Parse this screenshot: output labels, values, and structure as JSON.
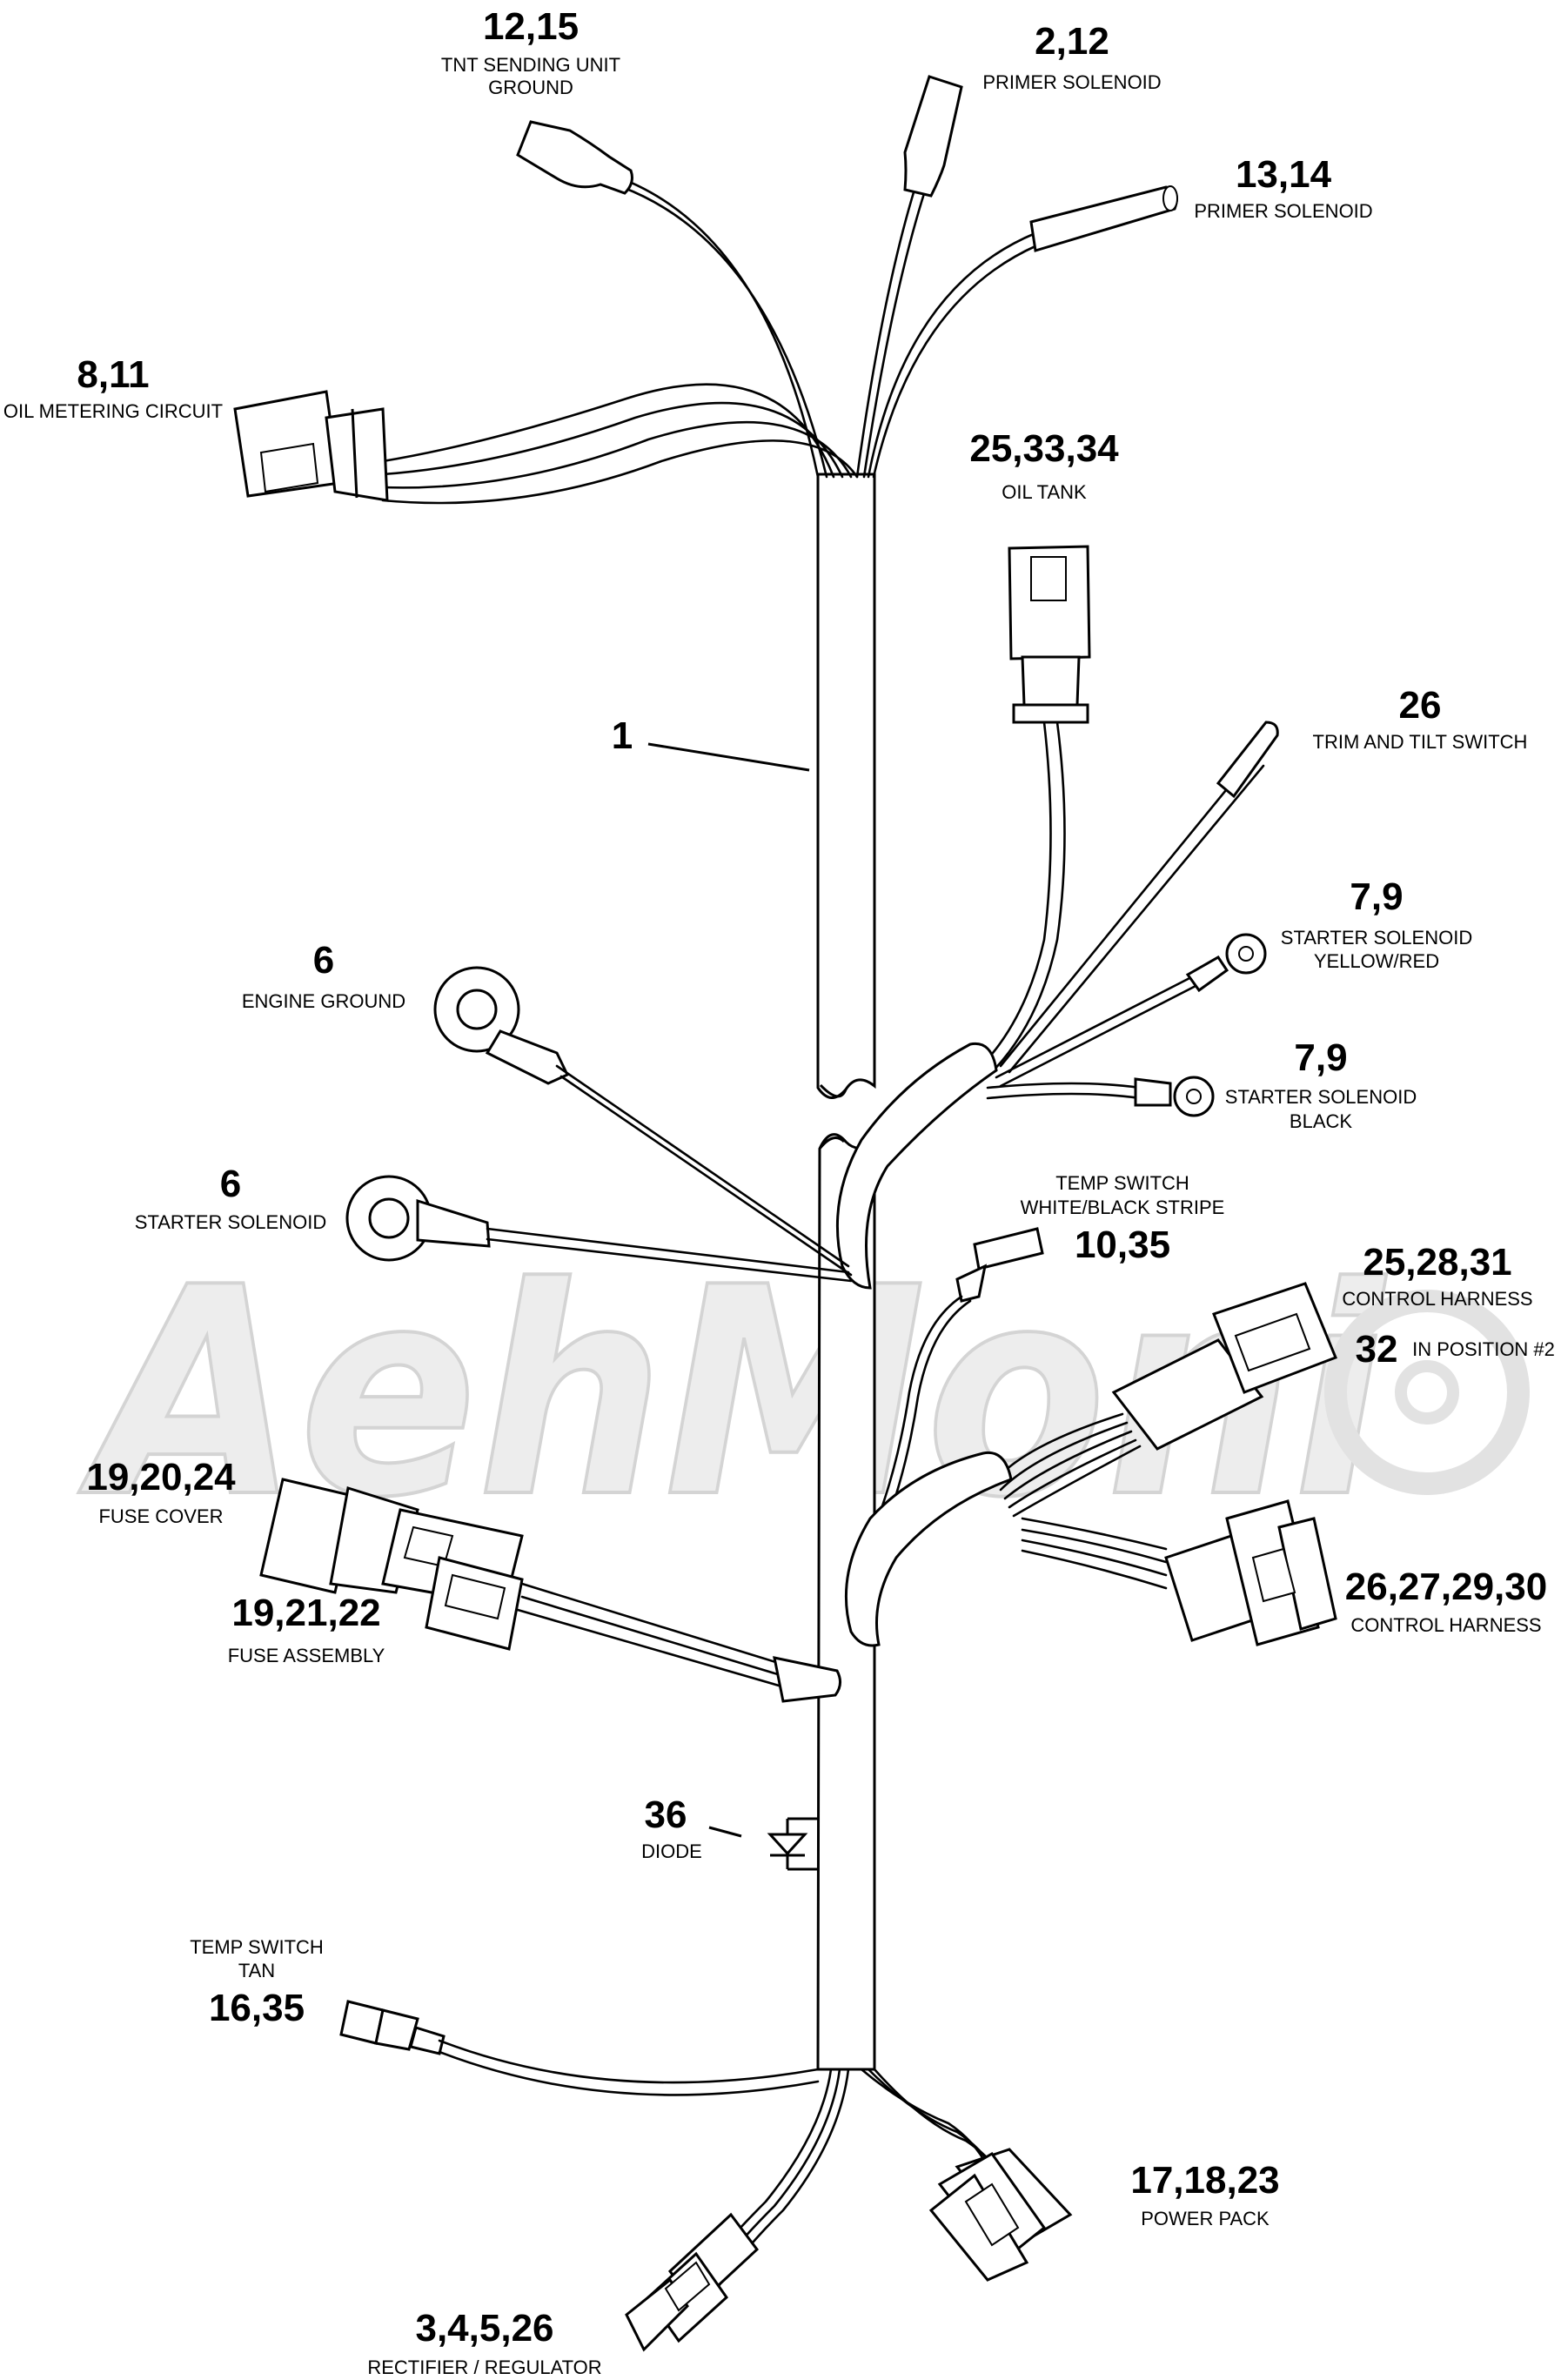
{
  "watermark": "AehMoni",
  "callouts": [
    {
      "id": "c1",
      "numbers": "12,15",
      "lines": [
        "TNT SENDING UNIT",
        "GROUND"
      ]
    },
    {
      "id": "c2",
      "numbers": "2,12",
      "lines": [
        "PRIMER SOLENOID"
      ]
    },
    {
      "id": "c3",
      "numbers": "13,14",
      "lines": [
        "PRIMER SOLENOID"
      ]
    },
    {
      "id": "c4",
      "numbers": "8,11",
      "lines": [
        "OIL METERING CIRCUIT"
      ]
    },
    {
      "id": "c5",
      "numbers": "25,33,34",
      "lines": [
        "OIL TANK"
      ]
    },
    {
      "id": "c6",
      "numbers": "1",
      "lines": []
    },
    {
      "id": "c7",
      "numbers": "26",
      "lines": [
        "TRIM AND TILT SWITCH"
      ]
    },
    {
      "id": "c8",
      "numbers": "7,9",
      "lines": [
        "STARTER SOLENOID",
        "YELLOW/RED"
      ]
    },
    {
      "id": "c9",
      "numbers": "6",
      "lines": [
        "ENGINE GROUND"
      ]
    },
    {
      "id": "c10",
      "numbers": "7,9",
      "lines": [
        "STARTER SOLENOID",
        "BLACK"
      ]
    },
    {
      "id": "c11",
      "numbers": "6",
      "lines": [
        "STARTER SOLENOID"
      ]
    },
    {
      "id": "c12",
      "numbers": "10,35",
      "lines": [
        "TEMP SWITCH",
        "WHITE/BLACK STRIPE"
      ]
    },
    {
      "id": "c13",
      "numbers": "25,28,31",
      "lines": [
        "CONTROL HARNESS"
      ]
    },
    {
      "id": "c14",
      "numbers": "32",
      "lines": [
        "IN POSITION #2"
      ]
    },
    {
      "id": "c15",
      "numbers": "19,20,24",
      "lines": [
        "FUSE COVER"
      ]
    },
    {
      "id": "c16",
      "numbers": "26,27,29,30",
      "lines": [
        "CONTROL HARNESS"
      ]
    },
    {
      "id": "c17",
      "numbers": "19,21,22",
      "lines": [
        "FUSE ASSEMBLY"
      ]
    },
    {
      "id": "c18",
      "numbers": "36",
      "lines": [
        "DIODE"
      ]
    },
    {
      "id": "c19",
      "numbers": "16,35",
      "lines": [
        "TEMP SWITCH",
        "TAN"
      ]
    },
    {
      "id": "c20",
      "numbers": "17,18,23",
      "lines": [
        "POWER PACK"
      ]
    },
    {
      "id": "c21",
      "numbers": "3,4,5,26",
      "lines": [
        "RECTIFIER / REGULATOR"
      ]
    }
  ]
}
